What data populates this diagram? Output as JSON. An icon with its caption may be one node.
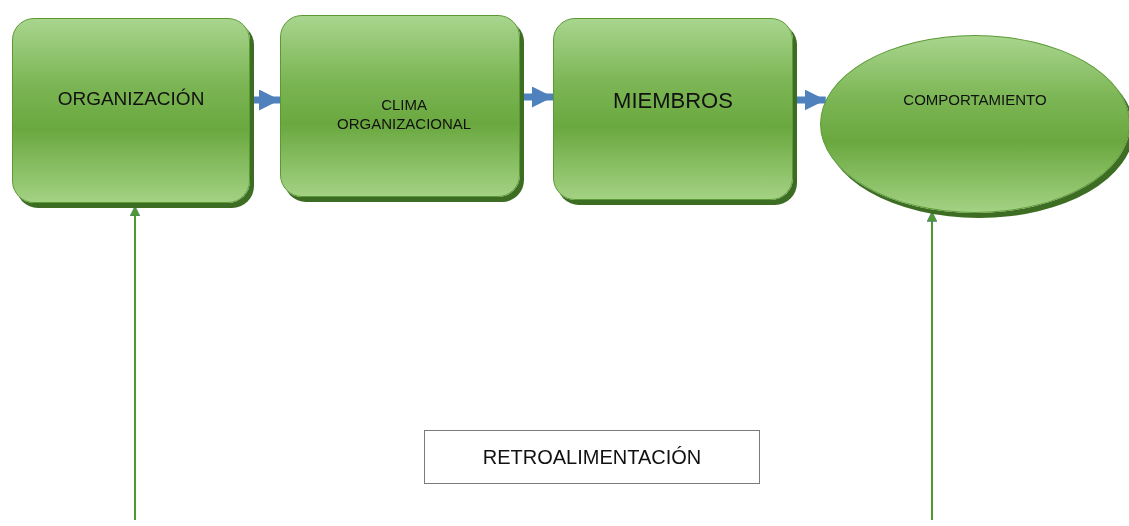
{
  "diagram": {
    "nodes": [
      {
        "text": [
          "ORGANIZACIÓN"
        ]
      },
      {
        "text": [
          "CLIMA ORGANIZACIONAL"
        ]
      },
      {
        "text": [
          "MIEMBROS"
        ]
      },
      {
        "text": [
          "COMPORTAMIENTO"
        ]
      },
      {
        "text": [
          "RETROALIMENTACIÓN"
        ]
      }
    ],
    "edges": [
      {
        "from": 0,
        "to": 1,
        "arrow": "to"
      },
      {
        "from": 1,
        "to": 2,
        "arrow": "to"
      },
      {
        "from": 2,
        "to": 3,
        "arrow": "to"
      },
      {
        "from": null,
        "to": 0,
        "arrow": "to",
        "color": "#4f9a2f"
      },
      {
        "from": null,
        "to": 3,
        "arrow": "to",
        "color": "#4f9a2f"
      }
    ]
  }
}
